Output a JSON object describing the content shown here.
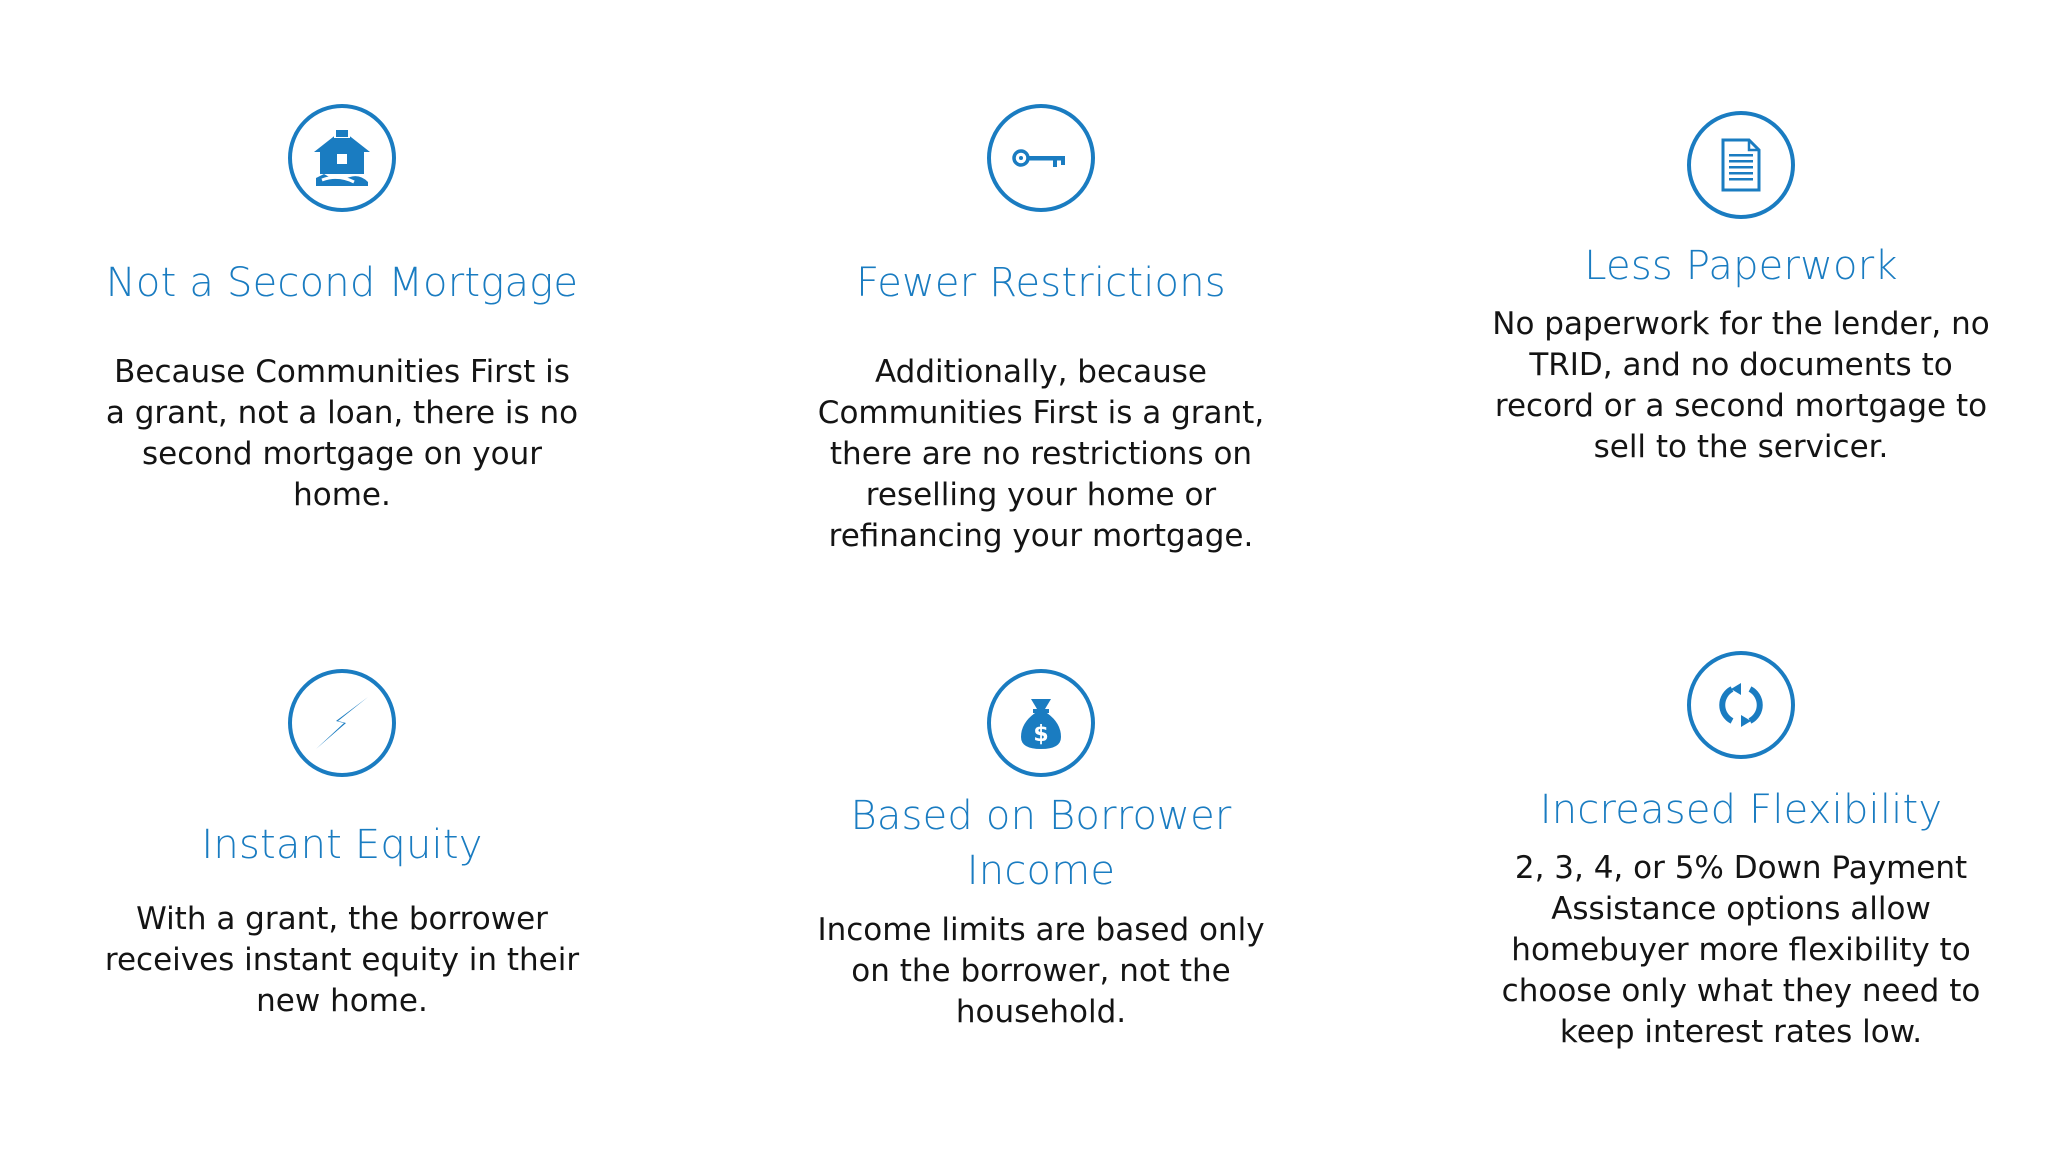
{
  "brand_color": "#1a7cc1",
  "features": [
    {
      "icon": "house-icon",
      "title": "Not a Second Mortgage",
      "body": "Because Communities First is a grant, not a loan, there is no second mortgage on your home."
    },
    {
      "icon": "key-icon",
      "title": "Fewer Restrictions",
      "body": "Additionally, because Communities First is a grant, there are no restrictions on reselling your home or refinancing your mortgage."
    },
    {
      "icon": "document-icon",
      "title": "Less Paperwork",
      "body": "No paperwork for the lender, no TRID, and no documents to record or a second mortgage to sell to the servicer."
    },
    {
      "icon": "lightning-icon",
      "title": "Instant Equity",
      "body": "With a grant, the borrower receives instant equity in their new home."
    },
    {
      "icon": "money-bag-icon",
      "title": "Based on Borrower Income",
      "body": "Income limits are based only on the borrower, not the household."
    },
    {
      "icon": "refresh-icon",
      "title": "Increased Flexibility",
      "body": "2, 3, 4, or 5% Down Payment Assistance options allow homebuyer more flexibility to choose only what they need to keep interest rates low."
    }
  ]
}
